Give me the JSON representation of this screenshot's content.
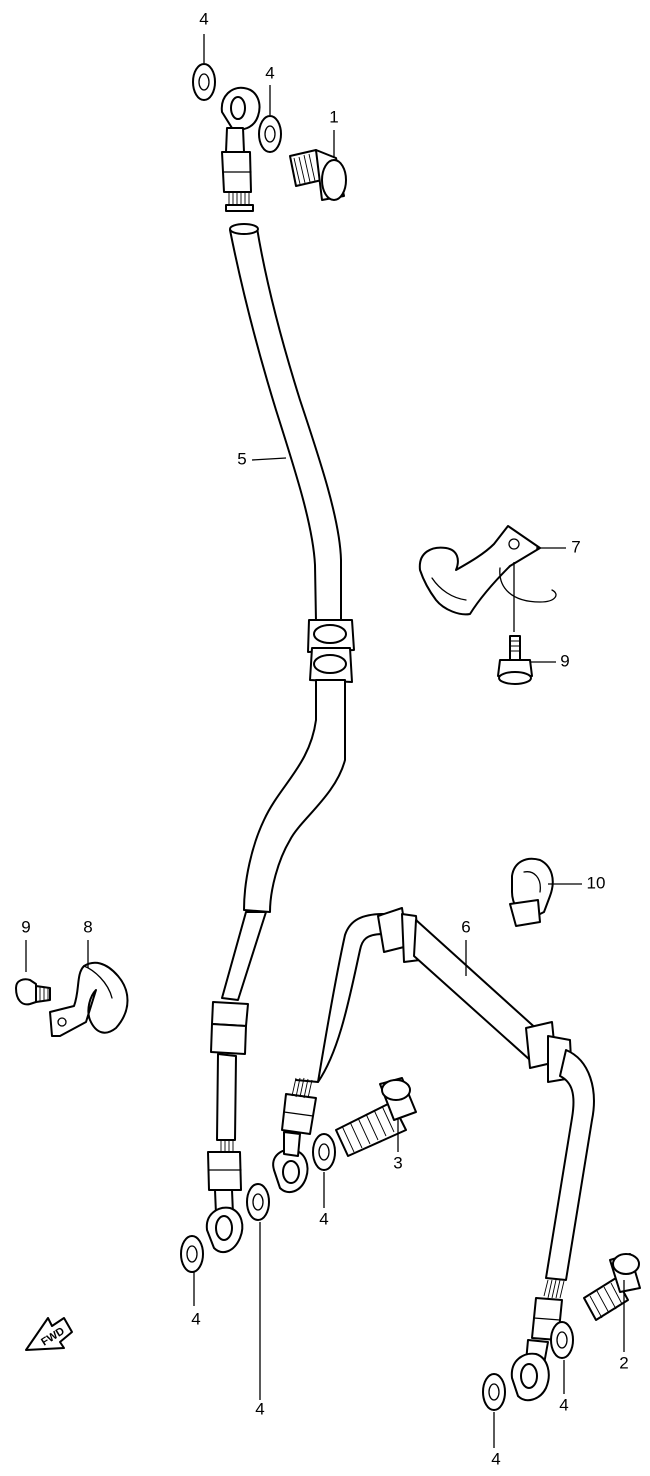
{
  "diagram": {
    "callouts": {
      "c1": "1",
      "c2": "2",
      "c3": "3",
      "c4_top_left": "4",
      "c4_top_right": "4",
      "c4_mid_left": "4",
      "c4_mid_right": "4",
      "c4_bottom_left": "4",
      "c4_bottom_right": "4",
      "c4_low_right": "4",
      "c5": "5",
      "c6": "6",
      "c7": "7",
      "c8": "8",
      "c9_right": "9",
      "c9_left": "9",
      "c10": "10"
    },
    "fwd_label": "FWD"
  }
}
